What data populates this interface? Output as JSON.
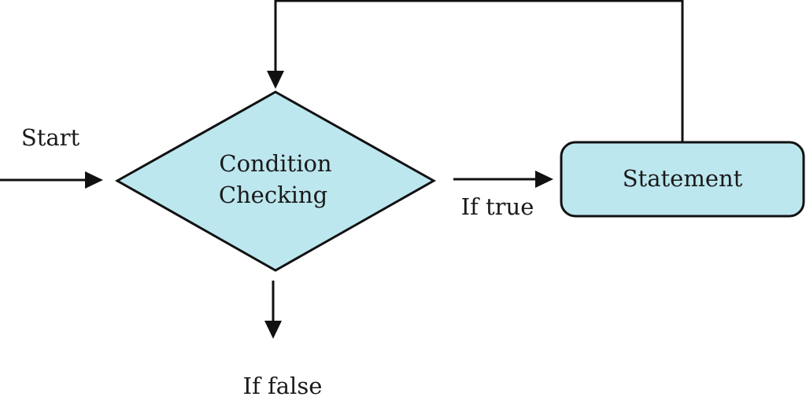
{
  "colors": {
    "node_fill": "#bde7ef",
    "stroke": "#111111",
    "background": "#ffffff"
  },
  "nodes": {
    "condition": {
      "shape": "diamond",
      "line1": "Condition",
      "line2": "Checking"
    },
    "statement": {
      "shape": "rounded-rectangle",
      "label": "Statement"
    }
  },
  "edges": {
    "start": {
      "label": "Start"
    },
    "if_true": {
      "label": "If true"
    },
    "if_false": {
      "label": "If false"
    },
    "loop_back": {
      "label": ""
    }
  }
}
